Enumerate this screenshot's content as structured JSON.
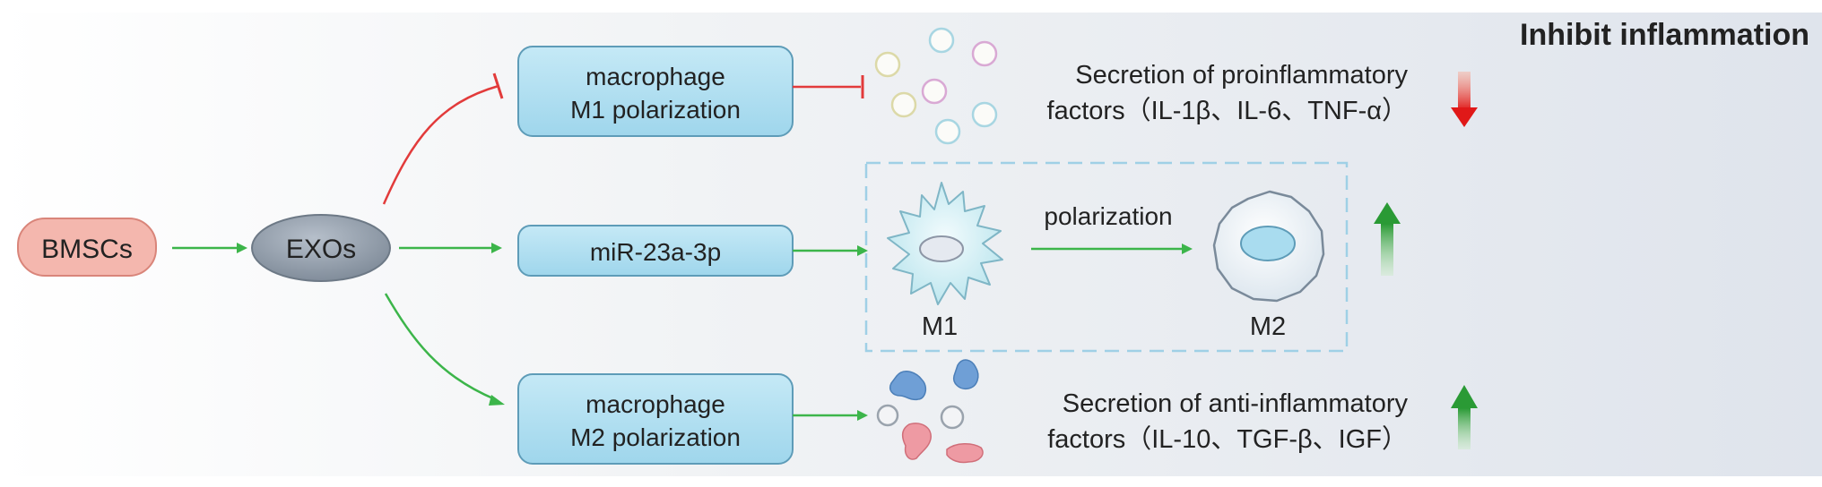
{
  "title": "Inhibit inflammation",
  "nodes": {
    "bmscs": "BMSCs",
    "exos": "EXOs",
    "m1_box_line1": "macrophage",
    "m1_box_line2": "M1 polarization",
    "mirna": "miR-23a-3p",
    "m2_box_line1": "macrophage",
    "m2_box_line2": "M2 polarization"
  },
  "pro_inflammatory": {
    "line1": "Secretion of proinflammatory",
    "line2": "factors（IL-1β、IL-6、TNF-α）",
    "trend": "decrease"
  },
  "polarization": {
    "label": "polarization",
    "from_label": "M1",
    "to_label": "M2",
    "trend": "increase"
  },
  "anti_inflammatory": {
    "line1": "Secretion of anti-inflammatory",
    "line2": "factors（IL-10、TGF-β、IGF）",
    "trend": "increase"
  },
  "colors": {
    "inhibit": "#e23b3b",
    "promote": "#3cb54a",
    "box_fill": "#a9dcef",
    "box_stroke": "#5e9cb8",
    "bmscs_fill": "#f4b7ae",
    "exos_fill": "#8e99a6",
    "down_arrow": "#e02020",
    "up_arrow": "#2a9a35"
  }
}
